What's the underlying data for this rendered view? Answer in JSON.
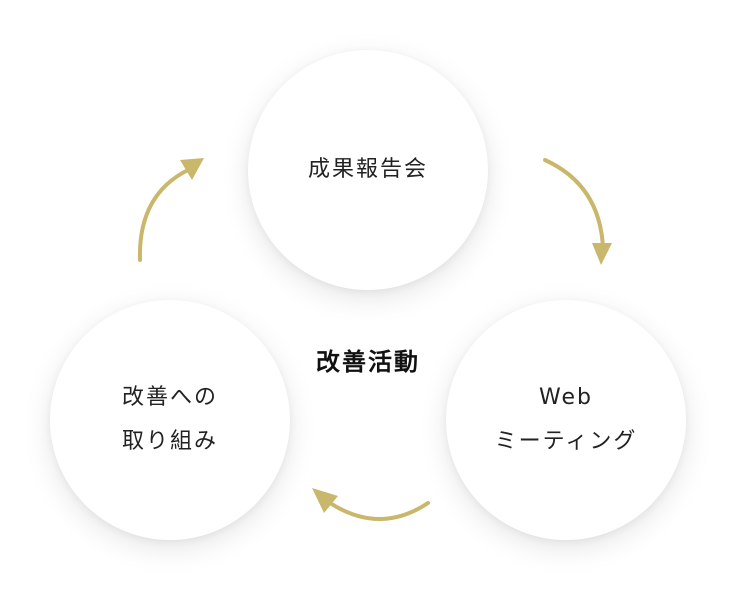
{
  "center": {
    "label": "改善活動"
  },
  "nodes": {
    "top": {
      "lines": [
        "成果報告会"
      ]
    },
    "right": {
      "lines": [
        "Web",
        "ミーティング"
      ]
    },
    "left": {
      "lines": [
        "改善への",
        "取り組み"
      ]
    }
  },
  "colors": {
    "arrow": "#c9b76b",
    "node_bg": "#ffffff",
    "text": "#222222"
  },
  "icons": {
    "arrow_top_right": "curved-arrow-icon",
    "arrow_bottom": "curved-arrow-icon",
    "arrow_top_left": "curved-arrow-icon"
  }
}
